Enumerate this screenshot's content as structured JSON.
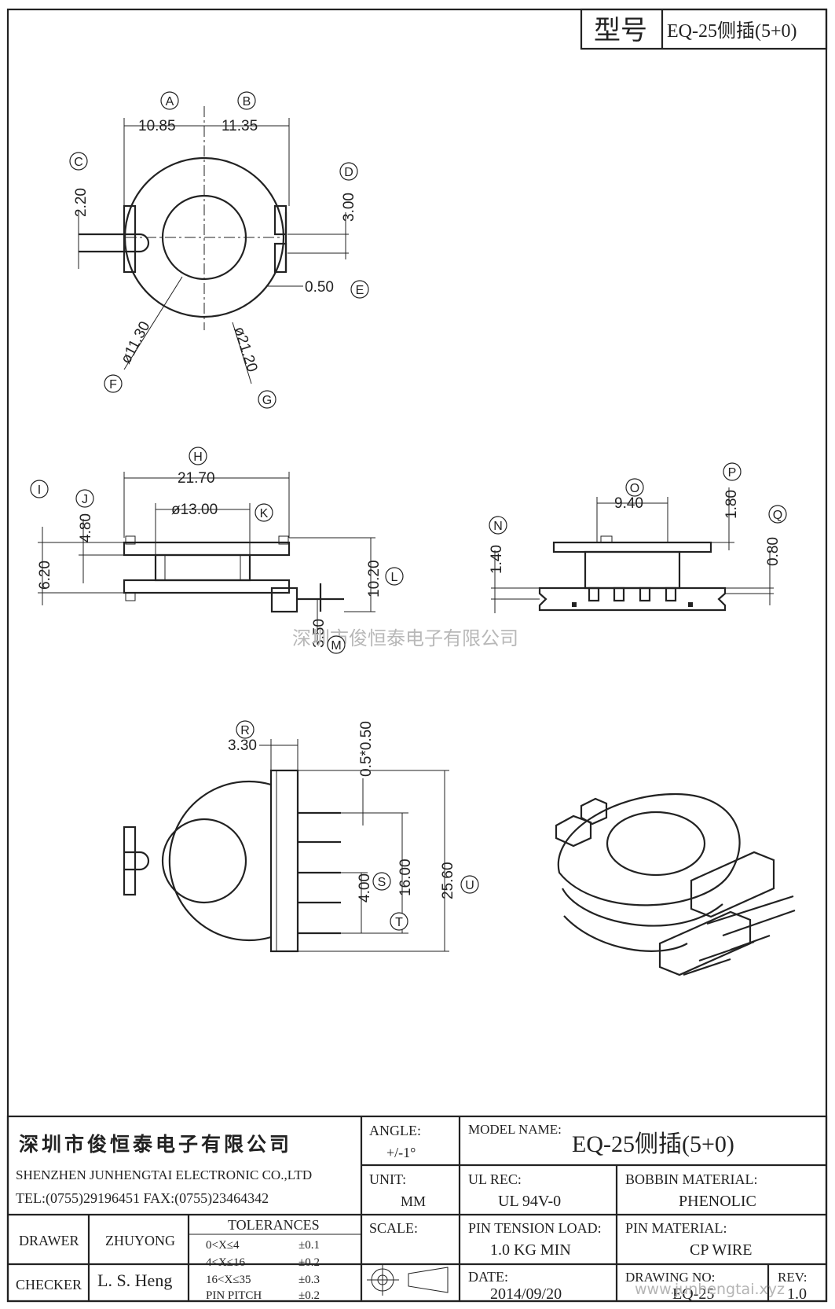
{
  "header": {
    "model_label": "型号",
    "model_value": "EQ-25侧插(5+0)"
  },
  "watermark": {
    "center": "深圳市俊恒泰电子有限公司",
    "corner": "www.junhengtai.xyz"
  },
  "top_view": {
    "dims": {
      "A": "10.85",
      "B": "11.35",
      "C": "2.20",
      "D": "3.00",
      "E": "0.50",
      "F": "ø11.30",
      "G": "ø21.20"
    }
  },
  "side_view": {
    "dims": {
      "H": "21.70",
      "K": "ø13.00",
      "J": "4.80",
      "I": "6.20",
      "L": "10.20",
      "M": "3.50"
    }
  },
  "front_view": {
    "dims": {
      "O": "9.40",
      "P": "1.80",
      "N": "1.40",
      "Q": "0.80"
    }
  },
  "bottom_view": {
    "dims": {
      "R": "3.30",
      "pin": "0.5*0.50",
      "S": "4.00",
      "T": "16.00",
      "U": "25.60"
    }
  },
  "labels": [
    "A",
    "B",
    "C",
    "D",
    "E",
    "F",
    "G",
    "H",
    "I",
    "J",
    "K",
    "L",
    "M",
    "N",
    "O",
    "P",
    "Q",
    "R",
    "S",
    "T",
    "U"
  ],
  "title_block": {
    "company_cn": "深圳市俊恒泰电子有限公司",
    "company_en": "SHENZHEN JUNHENGTAI ELECTRONIC CO.,LTD",
    "contact": "TEL:(0755)29196451 FAX:(0755)23464342",
    "angle_label": "ANGLE:",
    "angle_value": "+/-1°",
    "model_name_label": "MODEL NAME:",
    "model_name_value": "EQ-25侧插(5+0)",
    "unit_label": "UNIT:",
    "unit_value": "MM",
    "ul_label": "UL REC:",
    "ul_value": "UL 94V-0",
    "bobbin_label": "BOBBIN MATERIAL:",
    "bobbin_value": "PHENOLIC",
    "drawer_label": "DRAWER",
    "drawer_value": "ZHUYONG",
    "checker_label": "CHECKER",
    "checker_value": "L. S. Heng",
    "tolerances_label": "TOLERANCES",
    "tolerances": [
      {
        "range": "0<X≤4",
        "value": "±0.1"
      },
      {
        "range": "4<X≤16",
        "value": "±0.2"
      },
      {
        "range": "16<X≤35",
        "value": "±0.3"
      },
      {
        "range": "PIN PITCH",
        "value": "±0.2"
      }
    ],
    "scale_label": "SCALE:",
    "pin_tension_label": "PIN TENSION LOAD:",
    "pin_tension_value": "1.0 KG MIN",
    "pin_material_label": "PIN MATERIAL:",
    "pin_material_value": "CP WIRE",
    "date_label": "DATE:",
    "date_value": "2014/09/20",
    "drawing_no_label": "DRAWING NO:",
    "drawing_no_value": "EQ-25",
    "rev_label": "REV:",
    "rev_value": "1.0"
  }
}
